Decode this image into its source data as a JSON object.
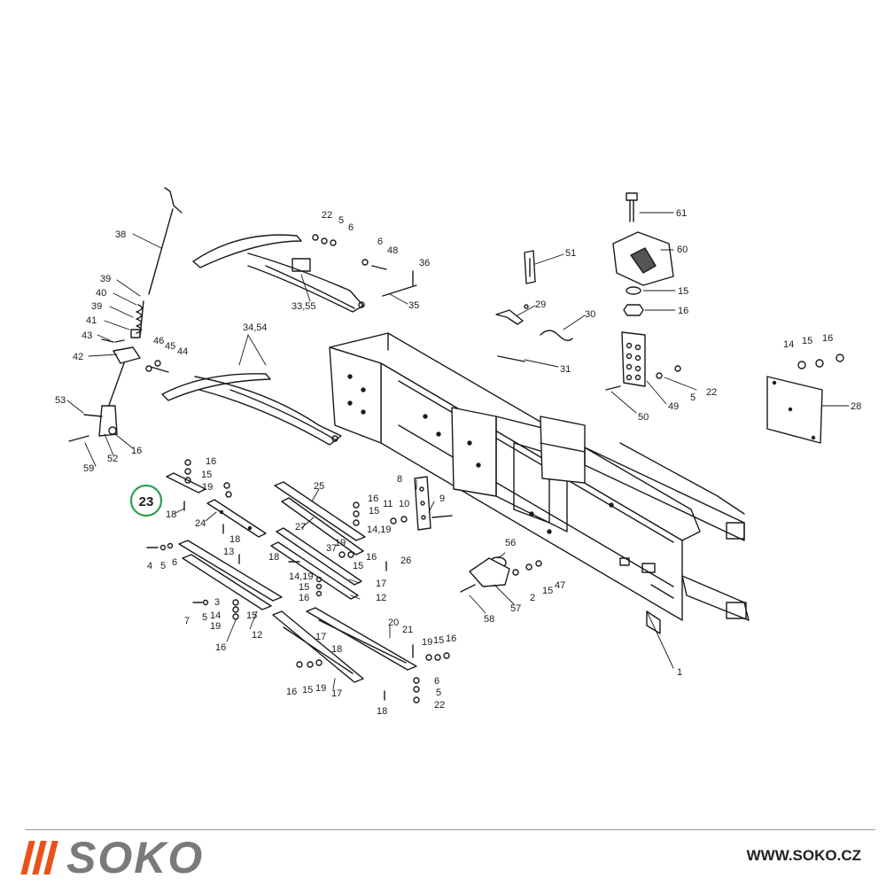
{
  "brand": {
    "name": "SOKO",
    "website": "WWW.SOKO.CZ",
    "accent_color": "#e8521a",
    "name_color": "#7a7a7a"
  },
  "diagram": {
    "highlighted_part": "23",
    "highlight_color": "#2e9e4a",
    "labels": [
      {
        "id": "l38",
        "text": "38"
      },
      {
        "id": "l39a",
        "text": "39"
      },
      {
        "id": "l40",
        "text": "40"
      },
      {
        "id": "l39b",
        "text": "39"
      },
      {
        "id": "l41",
        "text": "41"
      },
      {
        "id": "l43",
        "text": "43"
      },
      {
        "id": "l42",
        "text": "42"
      },
      {
        "id": "l46",
        "text": "46"
      },
      {
        "id": "l45",
        "text": "45"
      },
      {
        "id": "l44",
        "text": "44"
      },
      {
        "id": "l53",
        "text": "53"
      },
      {
        "id": "l59",
        "text": "59"
      },
      {
        "id": "l52",
        "text": "52"
      },
      {
        "id": "l16a",
        "text": "16"
      },
      {
        "id": "l22a",
        "text": "22"
      },
      {
        "id": "l5a",
        "text": "5"
      },
      {
        "id": "l6a",
        "text": "6"
      },
      {
        "id": "l6b",
        "text": "6"
      },
      {
        "id": "l48",
        "text": "48"
      },
      {
        "id": "l36",
        "text": "36"
      },
      {
        "id": "l3355",
        "text": "33,55"
      },
      {
        "id": "l35",
        "text": "35"
      },
      {
        "id": "l3454",
        "text": "34,54"
      },
      {
        "id": "l51",
        "text": "51"
      },
      {
        "id": "l29",
        "text": "29"
      },
      {
        "id": "l30",
        "text": "30"
      },
      {
        "id": "l31",
        "text": "31"
      },
      {
        "id": "l61",
        "text": "61"
      },
      {
        "id": "l60",
        "text": "60"
      },
      {
        "id": "l15a",
        "text": "15"
      },
      {
        "id": "l16b",
        "text": "16"
      },
      {
        "id": "l14a",
        "text": "14"
      },
      {
        "id": "l15b",
        "text": "15"
      },
      {
        "id": "l16c",
        "text": "16"
      },
      {
        "id": "l28",
        "text": "28"
      },
      {
        "id": "l50",
        "text": "50"
      },
      {
        "id": "l49",
        "text": "49"
      },
      {
        "id": "l5b",
        "text": "5"
      },
      {
        "id": "l22b",
        "text": "22"
      },
      {
        "id": "l16d",
        "text": "16"
      },
      {
        "id": "l15c",
        "text": "15"
      },
      {
        "id": "l19a",
        "text": "19"
      },
      {
        "id": "l18a",
        "text": "18"
      },
      {
        "id": "l24",
        "text": "24"
      },
      {
        "id": "l18b",
        "text": "18"
      },
      {
        "id": "l25",
        "text": "25"
      },
      {
        "id": "l27",
        "text": "27"
      },
      {
        "id": "l16e",
        "text": "16"
      },
      {
        "id": "l15d",
        "text": "15"
      },
      {
        "id": "l1419a",
        "text": "14,19"
      },
      {
        "id": "l11",
        "text": "11"
      },
      {
        "id": "l10",
        "text": "10"
      },
      {
        "id": "l8",
        "text": "8"
      },
      {
        "id": "l9",
        "text": "9"
      },
      {
        "id": "l37",
        "text": "37"
      },
      {
        "id": "l19b",
        "text": "19"
      },
      {
        "id": "l16f",
        "text": "16"
      },
      {
        "id": "l15e",
        "text": "15"
      },
      {
        "id": "l26",
        "text": "26"
      },
      {
        "id": "l4",
        "text": "4"
      },
      {
        "id": "l5c",
        "text": "5"
      },
      {
        "id": "l6c",
        "text": "6"
      },
      {
        "id": "l13",
        "text": "13"
      },
      {
        "id": "l18c",
        "text": "18"
      },
      {
        "id": "l1419b",
        "text": "14,19"
      },
      {
        "id": "l15f",
        "text": "15"
      },
      {
        "id": "l16g",
        "text": "16"
      },
      {
        "id": "l17a",
        "text": "17"
      },
      {
        "id": "l12a",
        "text": "12"
      },
      {
        "id": "l7",
        "text": "7"
      },
      {
        "id": "l5d",
        "text": "5"
      },
      {
        "id": "l3",
        "text": "3"
      },
      {
        "id": "l14b",
        "text": "14"
      },
      {
        "id": "l19c",
        "text": "19"
      },
      {
        "id": "l15g",
        "text": "15"
      },
      {
        "id": "l16h",
        "text": "16"
      },
      {
        "id": "l12b",
        "text": "12"
      },
      {
        "id": "l56",
        "text": "56"
      },
      {
        "id": "l2",
        "text": "2"
      },
      {
        "id": "l15h",
        "text": "15"
      },
      {
        "id": "l47",
        "text": "47"
      },
      {
        "id": "l57",
        "text": "57"
      },
      {
        "id": "l58",
        "text": "58"
      },
      {
        "id": "l1",
        "text": "1"
      },
      {
        "id": "l20",
        "text": "20"
      },
      {
        "id": "l21",
        "text": "21"
      },
      {
        "id": "l17b",
        "text": "17"
      },
      {
        "id": "l18d",
        "text": "18"
      },
      {
        "id": "l19d",
        "text": "19"
      },
      {
        "id": "l15i",
        "text": "15"
      },
      {
        "id": "l16i",
        "text": "16"
      },
      {
        "id": "l16j",
        "text": "16"
      },
      {
        "id": "l15j",
        "text": "15"
      },
      {
        "id": "l19e",
        "text": "19"
      },
      {
        "id": "l17c",
        "text": "17"
      },
      {
        "id": "l6d",
        "text": "6"
      },
      {
        "id": "l5e",
        "text": "5"
      },
      {
        "id": "l22c",
        "text": "22"
      },
      {
        "id": "l18e",
        "text": "18"
      }
    ]
  }
}
